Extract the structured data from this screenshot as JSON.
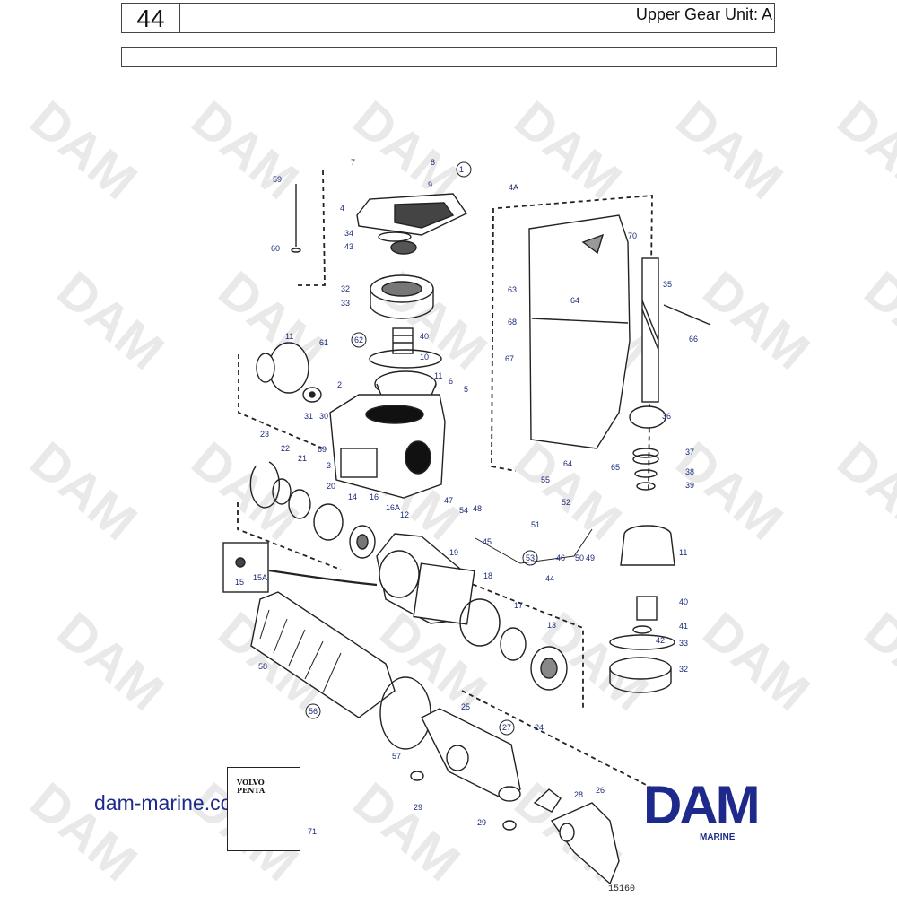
{
  "header": {
    "page_number": "44",
    "title": "Upper Gear Unit: A"
  },
  "footer": {
    "website": "dam-marine.com",
    "brand_logo": "DAM",
    "brand_sub": "MARINE",
    "figure_number": "15160"
  },
  "watermark_text": "DAM",
  "volvo_card_text": [
    "VOLVO",
    "PENTA"
  ],
  "colors": {
    "label": "#1b2a7a",
    "brand": "#1d2a8c",
    "line": "#222222",
    "watermark": "#e9e9e9"
  },
  "callouts": [
    "7",
    "8",
    "9",
    "1",
    "59",
    "4A",
    "4",
    "34",
    "43",
    "60",
    "70",
    "63",
    "64",
    "35",
    "32",
    "33",
    "68",
    "66",
    "61",
    "62",
    "40",
    "11",
    "10",
    "67",
    "2",
    "6",
    "5",
    "11",
    "31",
    "30",
    "36",
    "69",
    "64",
    "65",
    "23",
    "22",
    "37",
    "21",
    "3",
    "38",
    "39",
    "20",
    "14",
    "16",
    "16A",
    "47",
    "54",
    "48",
    "55",
    "51",
    "52",
    "12",
    "45",
    "53",
    "46",
    "50",
    "49",
    "19",
    "11",
    "15",
    "15A",
    "44",
    "18",
    "40",
    "17",
    "41",
    "42",
    "33",
    "13",
    "32",
    "58",
    "56",
    "25",
    "27",
    "24",
    "57",
    "26",
    "28",
    "29",
    "29",
    "71"
  ]
}
